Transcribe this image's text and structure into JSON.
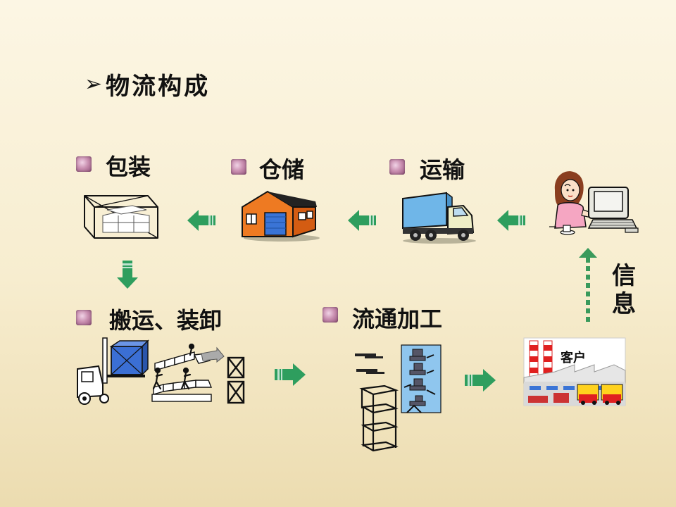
{
  "title": {
    "marker": "➢",
    "text": "物流构成"
  },
  "steps": {
    "packaging": "包装",
    "warehousing": "仓储",
    "transport": "运输",
    "handling": "搬运、装卸",
    "processing": "流通加工"
  },
  "info": {
    "chars": [
      "信",
      "息"
    ]
  },
  "customer": {
    "label": "客户"
  },
  "colors": {
    "arrow": "#2e9e5e",
    "info_arrow": "#3a9a5c",
    "bullet": "#b27097",
    "warehouse_wall": "#e46a16",
    "truck_cargo": "#6fb6e8"
  }
}
